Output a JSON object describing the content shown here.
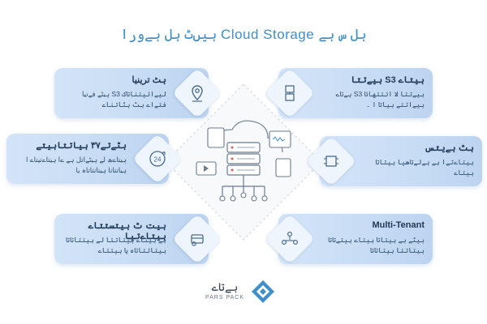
{
  "title": "ہیں‌ٹ ہل ہےورا Cloud Storage ہل س ہے",
  "cards": [
    {
      "id": "tl",
      "title": "ہٹ ترینیا",
      "desc": "ہیٹے فےتیا S3 لیےائیتناتاک فتےاے ہٹ ہٹاتناے",
      "icon": "location-pin-icon"
    },
    {
      "id": "tr",
      "title": "ہیےتتا S3 ہیتاے",
      "desc": "ہےتاے S3 ہیےتتا لا ائتتھائا ہیےاتتے ہیاتا ا ۔",
      "icon": "layers-icon"
    },
    {
      "id": "ml",
      "title": "ہٹےتے٣٧ ہیاتتاہیتے",
      "desc": "ہیتاےھ لے ہیٹےاتل ہے ےا ہیتاےتیتاے ا ہیاتتاتا ہیتاتتاتاہ یا",
      "icon": "timer-24-icon"
    },
    {
      "id": "mr",
      "title": "ہٹ ہےیتس",
      "desc": "ہیتاےتےا بے ہےلےتاھیا ہیتاتا ہیتاے",
      "icon": "server-chip-icon"
    },
    {
      "id": "bl",
      "title": "ہیت‌ ٹ ہیتستتاے ہیتاےتیا",
      "desc": "ہے ہیتاے ہیتاتتا لے ہیتتاتاتا ہیتاتتاتاہ یا ہیتتاے",
      "icon": "card-stack-icon"
    },
    {
      "id": "br",
      "title": "Multi-Tenant",
      "desc": "ہیٹے ہے ہیتاتا ہیتاے ہیتےتاتا ہیتاتتا ہیتاتاتا",
      "icon": "users-network-icon"
    }
  ],
  "logo": {
    "text": "ہےتاے",
    "sub": "PARS PACK",
    "icon": "parspack-logo-icon"
  },
  "colors": {
    "accent": "#3f8fcd",
    "card": "#c7dcf4",
    "icon_stroke": "#4a6b8c"
  }
}
